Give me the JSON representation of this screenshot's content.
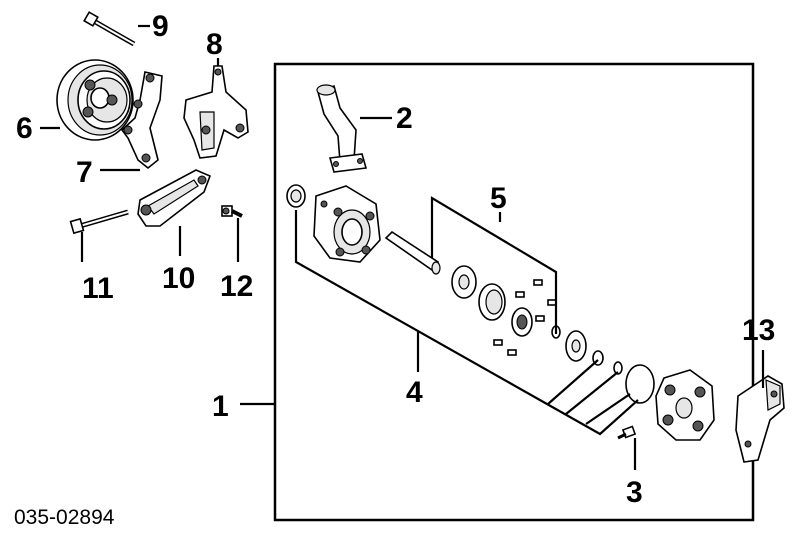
{
  "diagram": {
    "reference_number": "035-02894",
    "callouts": [
      {
        "id": "c1",
        "label": "1"
      },
      {
        "id": "c2",
        "label": "2"
      },
      {
        "id": "c3",
        "label": "3"
      },
      {
        "id": "c4",
        "label": "4"
      },
      {
        "id": "c5",
        "label": "5"
      },
      {
        "id": "c6",
        "label": "6"
      },
      {
        "id": "c7",
        "label": "7"
      },
      {
        "id": "c8",
        "label": "8"
      },
      {
        "id": "c9",
        "label": "9"
      },
      {
        "id": "c10",
        "label": "10"
      },
      {
        "id": "c11",
        "label": "11"
      },
      {
        "id": "c12",
        "label": "12"
      },
      {
        "id": "c13",
        "label": "13"
      }
    ]
  }
}
